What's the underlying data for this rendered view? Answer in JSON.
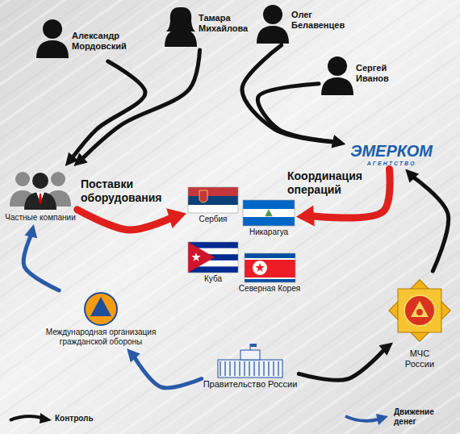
{
  "diagram": {
    "nodes": [
      {
        "text": [
          "Александр Мордовский"
        ]
      },
      {
        "text": [
          "Тамара Михайлова"
        ]
      },
      {
        "text": [
          "Олег Белавенцев"
        ]
      },
      {
        "text": [
          "Сергей Иванов"
        ]
      },
      {
        "text": [
          "ЭМЕРКОМ",
          "АГЕНТСТВО"
        ]
      },
      {
        "text": [
          "Частные компании"
        ]
      },
      {
        "text": [
          "Сербия"
        ]
      },
      {
        "text": [
          "Никарагуа"
        ]
      },
      {
        "text": [
          "Куба"
        ]
      },
      {
        "text": [
          "Северная Корея"
        ]
      },
      {
        "text": [
          "Международная организация гражданской обороны"
        ]
      },
      {
        "text": [
          "МЧС России"
        ]
      },
      {
        "text": [
          "Правительство России"
        ]
      }
    ],
    "edges": [
      {
        "from": 0,
        "to": 5,
        "arrow": "to"
      },
      {
        "from": 1,
        "to": 5,
        "arrow": "to"
      },
      {
        "from": 2,
        "to": 4,
        "arrow": "to"
      },
      {
        "from": 3,
        "to": 4,
        "arrow": "to"
      },
      {
        "from": 5,
        "to": 6,
        "label": "Поставки оборудования",
        "arrow": "to"
      },
      {
        "from": 4,
        "to": 7,
        "label": "Координация операций",
        "arrow": "to"
      },
      {
        "from": 11,
        "to": 4,
        "arrow": "to"
      },
      {
        "from": 12,
        "to": 11,
        "arrow": "to"
      },
      {
        "from": 12,
        "to": 10,
        "arrow": "to"
      },
      {
        "from": 10,
        "to": 5,
        "arrow": "to"
      }
    ],
    "legend": [
      {
        "text": "Контроль"
      },
      {
        "text": "Движение денег"
      }
    ]
  }
}
